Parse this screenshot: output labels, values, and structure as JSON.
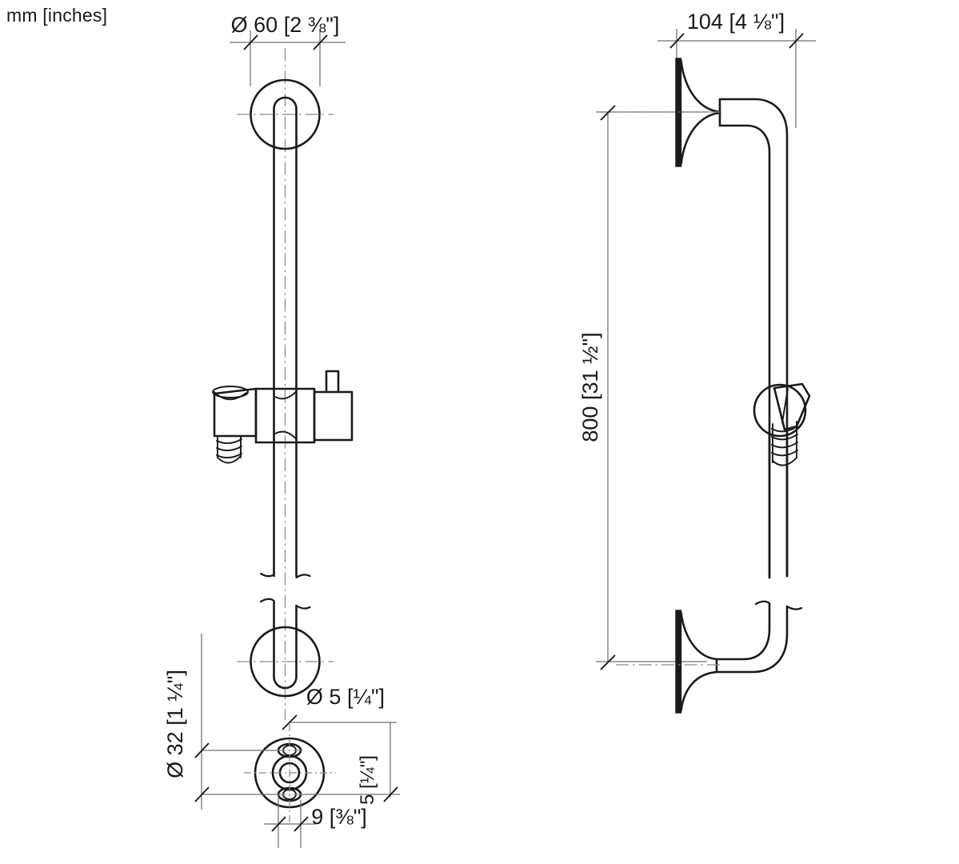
{
  "drawing": {
    "title": "Shower bar / wall bar technical dimension drawing",
    "unit_note": "mm [inches]",
    "line_color": "#1a1a1a",
    "thin_line_color": "#808080",
    "background": "#ffffff"
  },
  "dimensions": {
    "front_diameter_escutcheon": {
      "label": "Ø 60 [2 ⅜\"]",
      "value_mm": 60,
      "value_in": "2 3/8\"",
      "symbol": "diameter",
      "orientation": "horizontal",
      "view": "front-view-top"
    },
    "side_projection": {
      "label": "104 [4 ⅛\"]",
      "value_mm": 104,
      "value_in": "4 1/8\"",
      "symbol": "none",
      "orientation": "horizontal",
      "view": "side-view-top"
    },
    "bar_length": {
      "label": "800 [31 ½\"]",
      "value_mm": 800,
      "value_in": "31 1/2\"",
      "symbol": "none",
      "orientation": "vertical",
      "view": "side-view-left"
    },
    "mount_plate_diameter": {
      "label": "Ø 32 [1 ¼\"]",
      "value_mm": 32,
      "value_in": "1 1/4\"",
      "symbol": "diameter",
      "orientation": "vertical",
      "view": "detail-plan"
    },
    "screw_hole_diameter": {
      "label": "Ø 5 [¼\"]",
      "value_mm": 5,
      "value_in": "1/4\"",
      "symbol": "diameter",
      "orientation": "horizontal",
      "view": "detail-plan"
    },
    "hole_offset_vertical": {
      "label": "5 [¼\"]",
      "value_mm": 5,
      "value_in": "1/4\"",
      "symbol": "none",
      "orientation": "vertical",
      "view": "detail-plan"
    },
    "hole_spacing": {
      "label": "9 [⅜\"]",
      "value_mm": 9,
      "value_in": "3/8\"",
      "symbol": "none",
      "orientation": "horizontal",
      "view": "detail-plan"
    }
  },
  "views": {
    "front": {
      "name": "front-elevation",
      "parts": [
        "top-escutcheon",
        "slide-bar",
        "hand-shower-holder",
        "bottom-escutcheon"
      ]
    },
    "side": {
      "name": "side-elevation",
      "parts": [
        "top-wall-flange",
        "curved-elbow",
        "slide-bar",
        "hand-shower-holder",
        "bottom-wall-flange"
      ]
    },
    "detail": {
      "name": "mounting-plate-plan",
      "parts": [
        "outer-circle",
        "center-boss",
        "upper-screw-hole",
        "lower-screw-hole"
      ]
    }
  }
}
